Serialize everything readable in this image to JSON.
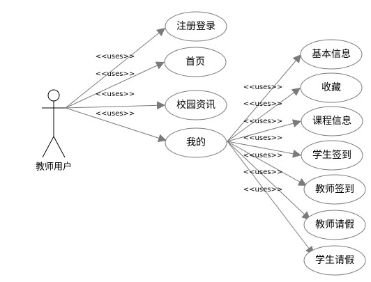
{
  "actor": {
    "label": "教师用户"
  },
  "use_cases": {
    "register": "注册登录",
    "home": "首页",
    "news": "校园资讯",
    "mine": "我的",
    "basic_info": "基本信息",
    "favorites": "收藏",
    "course_info": "课程信息",
    "student_checkin": "学生签到",
    "teacher_checkin": "教师签到",
    "teacher_leave": "教师请假",
    "student_leave": "学生请假"
  },
  "relation_label": "<<uses>>",
  "colors": {
    "line": "#7a7a7a",
    "text": "#000000",
    "background": "#ffffff"
  }
}
